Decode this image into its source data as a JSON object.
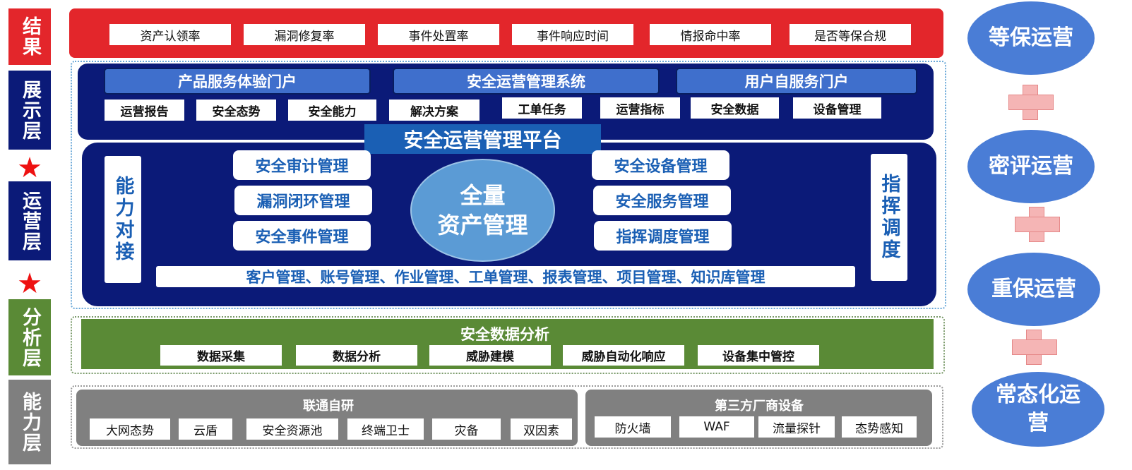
{
  "left_labels": {
    "result": "结果",
    "display": "展示层",
    "operation": "运营层",
    "analysis": "分析层",
    "capability": "能力层"
  },
  "result_items": [
    "资产认领率",
    "漏洞修复率",
    "事件处置率",
    "事件响应时间",
    "情报命中率",
    "是否等保合规"
  ],
  "display": {
    "portals": [
      "产品服务体验门户",
      "安全运营管理系统",
      "用户自服务门户"
    ],
    "items": [
      "运营报告",
      "安全态势",
      "安全能力",
      "解决方案",
      "工单任务",
      "运营指标",
      "安全数据",
      "设备管理"
    ]
  },
  "operation": {
    "platform_title": "安全运营管理平台",
    "left_vertical": "能力对接",
    "right_vertical": "指挥调度",
    "left_items": [
      "安全审计管理",
      "漏洞闭环管理",
      "安全事件管理"
    ],
    "right_items": [
      "安全设备管理",
      "安全服务管理",
      "指挥调度管理"
    ],
    "center_line1": "全量",
    "center_line2": "资产管理",
    "bottom_bar": "客户管理、账号管理、作业管理、工单管理、报表管理、项目管理、知识库管理"
  },
  "analysis": {
    "title": "安全数据分析",
    "items": [
      "数据采集",
      "数据分析",
      "威胁建模",
      "威胁自动化响应",
      "设备集中管控"
    ]
  },
  "capability": {
    "left_title": "联通自研",
    "left_items": [
      "大网态势",
      "云盾",
      "安全资源池",
      "终端卫士",
      "灾备",
      "双因素"
    ],
    "right_title": "第三方厂商设备",
    "right_items": [
      "防火墙",
      "WAF",
      "流量探针",
      "态势感知"
    ]
  },
  "right_ovals": [
    "等保运营",
    "密评运营",
    "重保运营",
    "常态化运营"
  ],
  "colors": {
    "result_red": "#e3262b",
    "navy": "#0b1a78",
    "portal_blue": "#3f6fcc",
    "title_blue": "#1a5fb4",
    "green": "#5a8a36",
    "gray": "#7f7f7f",
    "oval_blue": "#4a7dd6",
    "plus_pink": "#f5b5b5"
  }
}
